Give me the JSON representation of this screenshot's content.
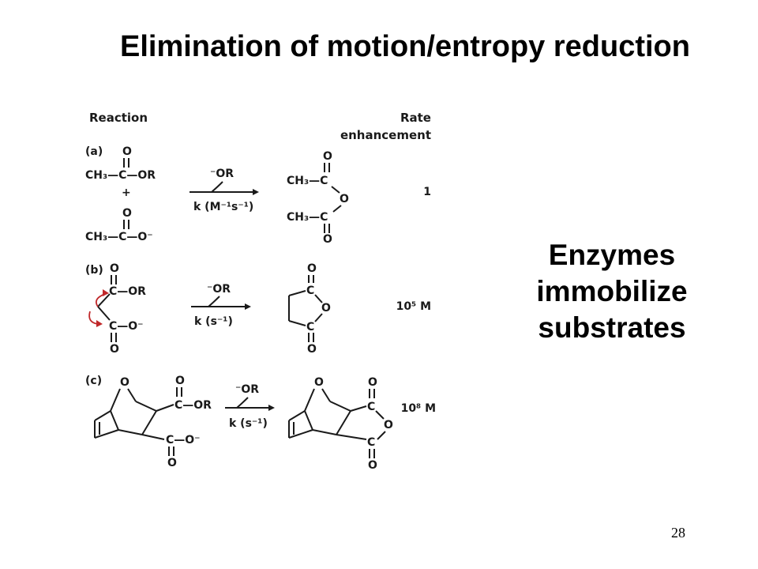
{
  "slide": {
    "title": "Elimination of motion/entropy reduction",
    "side_note": [
      "Enzymes",
      "immobilize",
      "substrates"
    ],
    "page_number": "28"
  },
  "figure": {
    "col_reaction": "Reaction",
    "col_rate": [
      "Rate",
      "enhancement"
    ],
    "reagent": "⁻OR",
    "rows": [
      {
        "label": "(a)",
        "rate_constant": "k (M⁻¹s⁻¹)",
        "rate": "1",
        "r1_left": "CH₃—C—OR",
        "r2_left": "CH₃—C—O⁻",
        "plus": "+",
        "p_top": "CH₃—C",
        "p_bot": "CH₃—C"
      },
      {
        "label": "(b)",
        "rate_constant": "k (s⁻¹)",
        "rate": "10⁵ M",
        "r_top": "C—OR",
        "r_bot": "C—O⁻"
      },
      {
        "label": "(c)",
        "rate_constant": "k (s⁻¹)",
        "rate": "10⁸ M",
        "r_top": "C—OR",
        "r_bot": "C—O⁻"
      }
    ],
    "atom_o": "O",
    "atom_c": "C"
  }
}
